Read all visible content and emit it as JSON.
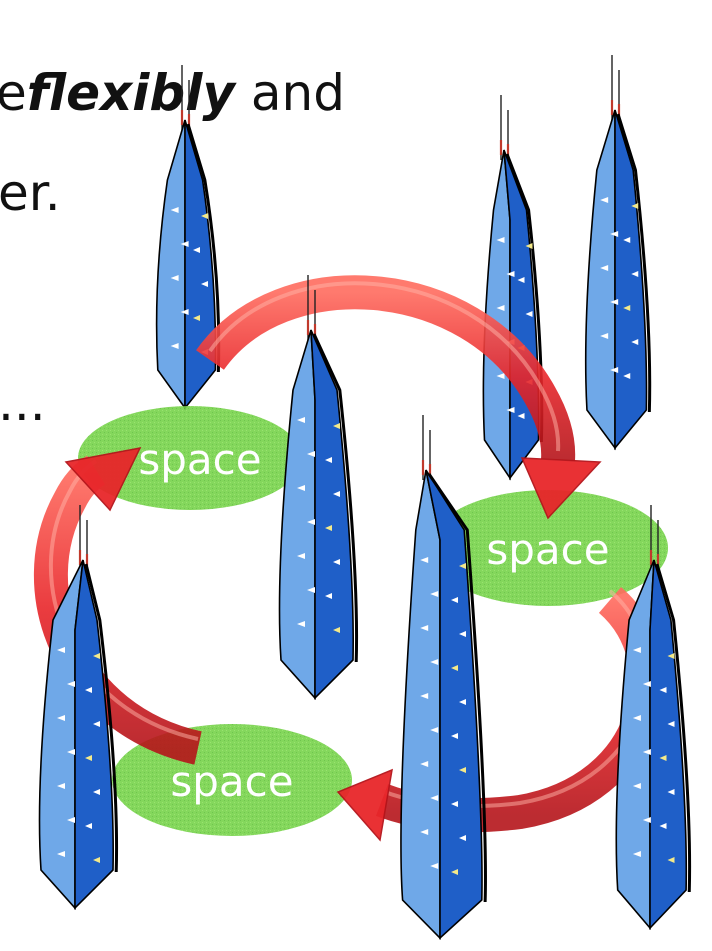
{
  "slide_text": {
    "line1_prefix": "e",
    "line1_emphasis": "flexibly",
    "line1_suffix": "and",
    "line2": "er.",
    "line3": "..."
  },
  "space_nodes": [
    {
      "id": "space-top-left",
      "label": "space"
    },
    {
      "id": "space-right",
      "label": "space"
    },
    {
      "id": "space-bottom",
      "label": "space"
    }
  ],
  "colors": {
    "tower_light": "#6fa8e8",
    "tower_dark": "#1f5fc8",
    "tower_outline": "#000000",
    "window_light": "#ffffff",
    "window_yellow": "#f3e98a",
    "space_fill": "#76d24a",
    "space_text": "#ffffff",
    "arrow": "#e8262a",
    "antenna_tip": "#c0392b"
  },
  "icons": {
    "tower": "skyscraper-icon",
    "arrow": "cycle-arrow"
  }
}
